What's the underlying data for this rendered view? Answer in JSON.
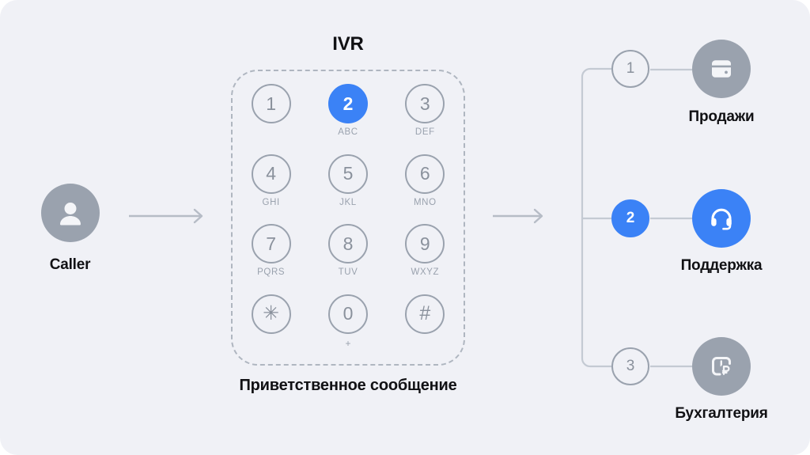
{
  "canvas": {
    "background": "#F0F1F6",
    "accent": "#3B82F6",
    "gray": "#9AA2AE",
    "text": "#111114"
  },
  "caller": {
    "label": "Caller",
    "icon": "user-icon"
  },
  "arrows": {
    "first": "arrow-right-icon",
    "second": "arrow-right-icon"
  },
  "ivr": {
    "title": "IVR",
    "caption": "Приветственное сообщение",
    "keys": [
      {
        "digit": "1",
        "letters": "",
        "active": false
      },
      {
        "digit": "2",
        "letters": "ABC",
        "active": true
      },
      {
        "digit": "3",
        "letters": "DEF",
        "active": false
      },
      {
        "digit": "4",
        "letters": "GHI",
        "active": false
      },
      {
        "digit": "5",
        "letters": "JKL",
        "active": false
      },
      {
        "digit": "6",
        "letters": "MNO",
        "active": false
      },
      {
        "digit": "7",
        "letters": "PQRS",
        "active": false
      },
      {
        "digit": "8",
        "letters": "TUV",
        "active": false
      },
      {
        "digit": "9",
        "letters": "WXYZ",
        "active": false
      },
      {
        "digit": "✳",
        "letters": "",
        "active": false
      },
      {
        "digit": "0",
        "letters": "+",
        "active": false
      },
      {
        "digit": "#",
        "letters": "",
        "active": false
      }
    ]
  },
  "branches": [
    {
      "number": "1",
      "label": "Продажи",
      "icon": "wallet-icon",
      "active": false
    },
    {
      "number": "2",
      "label": "Поддержка",
      "icon": "headset-icon",
      "active": true
    },
    {
      "number": "3",
      "label": "Бухгалтерия",
      "icon": "ruble-calculator-icon",
      "active": false
    }
  ]
}
